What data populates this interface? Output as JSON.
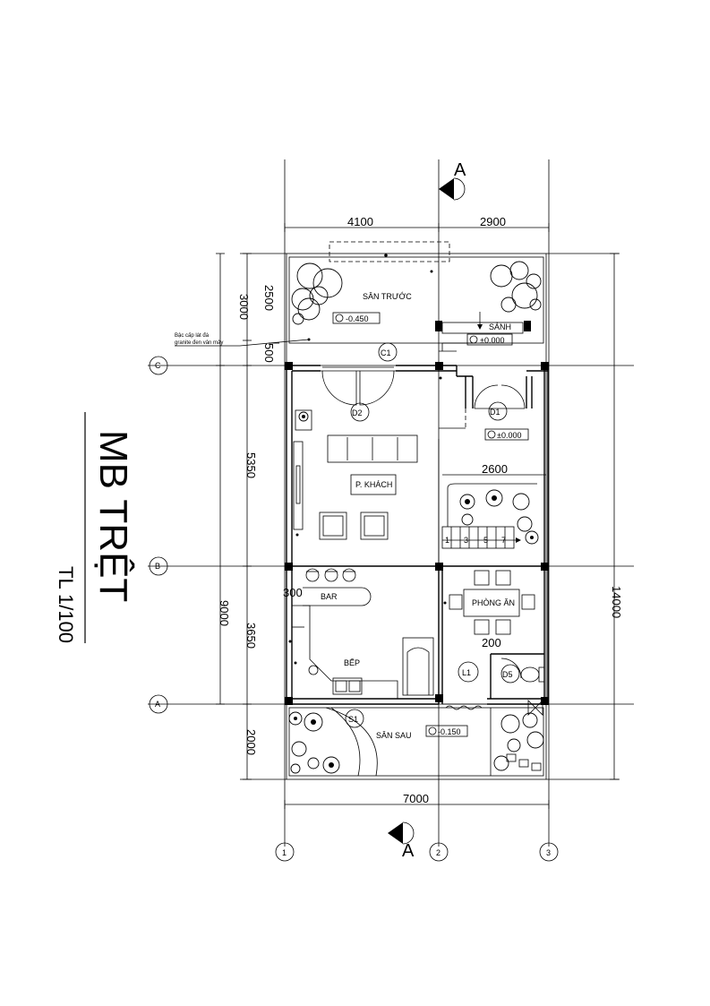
{
  "title": "MB TRỆT",
  "scale": "TL 1/100",
  "section_marker": "A",
  "grid_axes": {
    "rows": [
      "C",
      "B",
      "A"
    ],
    "columns": [
      "1",
      "2",
      "3"
    ]
  },
  "dimensions": {
    "top": [
      "4100",
      "2900"
    ],
    "bottom": "7000",
    "left_outer": [
      "3000",
      "9000"
    ],
    "left_inner": [
      "2500",
      "500",
      "5350",
      "3650",
      "2000"
    ],
    "right": "14000",
    "stair_width": "2600",
    "bar_gap": "300",
    "wc_gap": "200"
  },
  "rooms": {
    "front_yard": "SÂN TRƯỚC",
    "lobby": "SẢNH",
    "living_room": "P. KHÁCH",
    "bar": "BAR",
    "dining_room": "PHÒNG ĂN",
    "kitchen": "BẾP",
    "back_yard": "SÂN SAU"
  },
  "levels": {
    "front_yard": "-0.450",
    "lobby": "±0.000",
    "living": "±0.000",
    "back_yard": "-0.150"
  },
  "doors": [
    "C1",
    "D2",
    "D1",
    "L1",
    "D5",
    "S1"
  ],
  "annotation": {
    "line1": "Bậc cấp lát đá",
    "line2": "granite đen vân mây"
  },
  "stair_steps": [
    "1",
    "3",
    "5",
    "7"
  ]
}
